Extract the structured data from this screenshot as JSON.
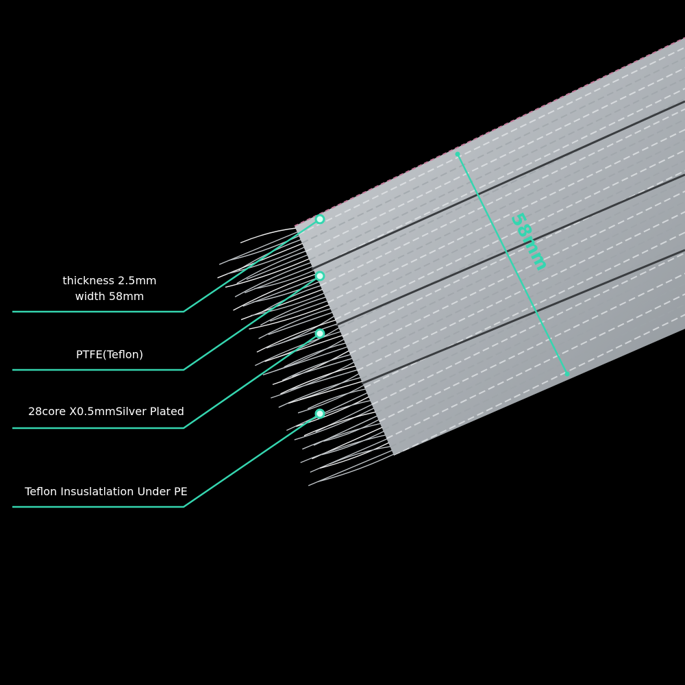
{
  "image": {
    "subject": "flat silver-plated ribbon cable with exposed strands",
    "accent_color": "#35d6b0",
    "background_color": "#000000"
  },
  "callouts": [
    {
      "id": "thickness",
      "lines": [
        "thickness 2.5mm",
        "width 58mm"
      ]
    },
    {
      "id": "ptfe",
      "lines": [
        "PTFE(Teflon)"
      ]
    },
    {
      "id": "core",
      "lines": [
        "28core X0.5mmSilver Plated"
      ]
    },
    {
      "id": "insulation",
      "lines": [
        "Teflon Insuslatlation Under PE"
      ]
    }
  ],
  "dimension": {
    "label": "58mm"
  }
}
